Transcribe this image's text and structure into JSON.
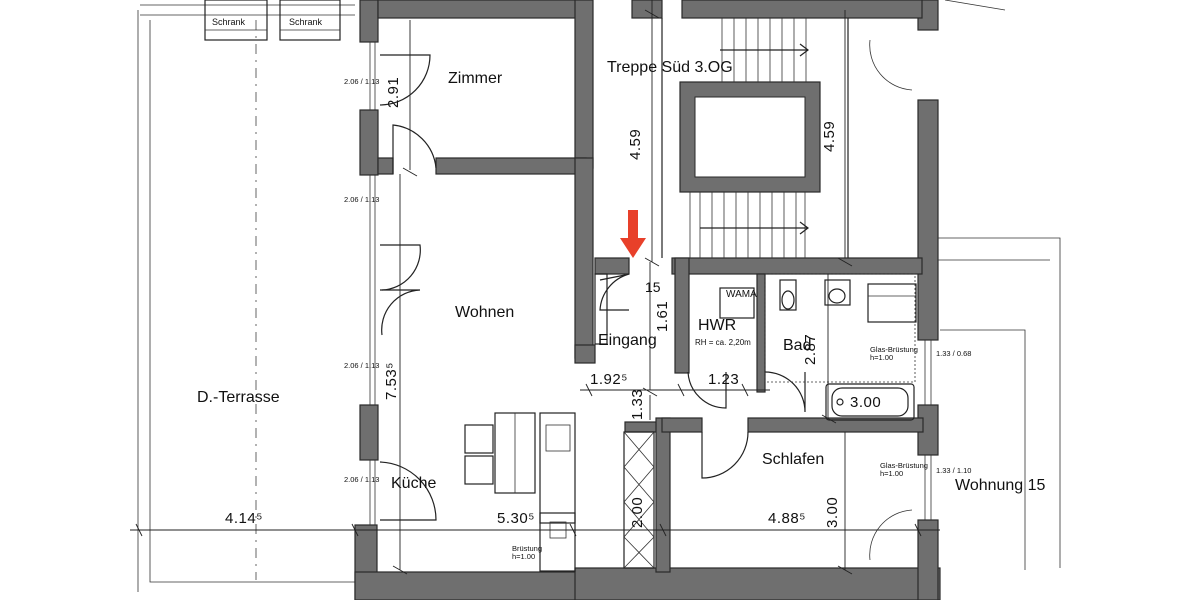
{
  "rooms": {
    "zimmer": "Zimmer",
    "treppe": "Treppe Süd 3.OG",
    "wohnen": "Wohnen",
    "eingang": "Eingang",
    "hwr": "HWR",
    "bad": "Bad",
    "terrasse": "D.-Terrasse",
    "kueche": "Küche",
    "schlafen": "Schlafen",
    "wohnung": "Wohnung 15"
  },
  "labels": {
    "schrank_1": "Schrank",
    "schrank_2": "Schrank",
    "wama": "WAMA",
    "apartment_number": "15",
    "hwr_height": "RH = ca. 2,20m",
    "glas_bruestung_bad": "Glas-Brüstung",
    "glas_bruestung_bad_h": "h=1.00",
    "glas_bruestung_schlafen": "Glas-Brüstung",
    "glas_bruestung_schlafen_h": "h=1.00",
    "bruestung_kueche": "Brüstung",
    "bruestung_kueche_h": "h=1.00"
  },
  "dimensions": {
    "zimmer_h": "2.91",
    "treppe_h_left": "4.59",
    "treppe_h_right": "4.59",
    "eingang_v": "1.61",
    "wohnen_v": "7.53⁵",
    "eingang_w": "1.92⁵",
    "hwr_w": "1.23",
    "hall_v": "1.33",
    "bad_v": "2.87",
    "bath_w": "3.00",
    "terrasse_w": "4.14⁵",
    "kueche_w": "5.30⁵",
    "closet_v": "2.00",
    "schlafen_w": "4.88⁵",
    "schlafen_v": "3.00"
  },
  "window_marks": {
    "w1": "2.06 / 1.13",
    "w2": "2.06 / 1.13",
    "w3": "2.06 / 1.13",
    "w4": "2.06 / 1.13",
    "w5": "1.33 / 0.68",
    "w6": "1.33 / 1.10"
  },
  "markers": {
    "entrance_arrow_color": "#e8402a"
  }
}
